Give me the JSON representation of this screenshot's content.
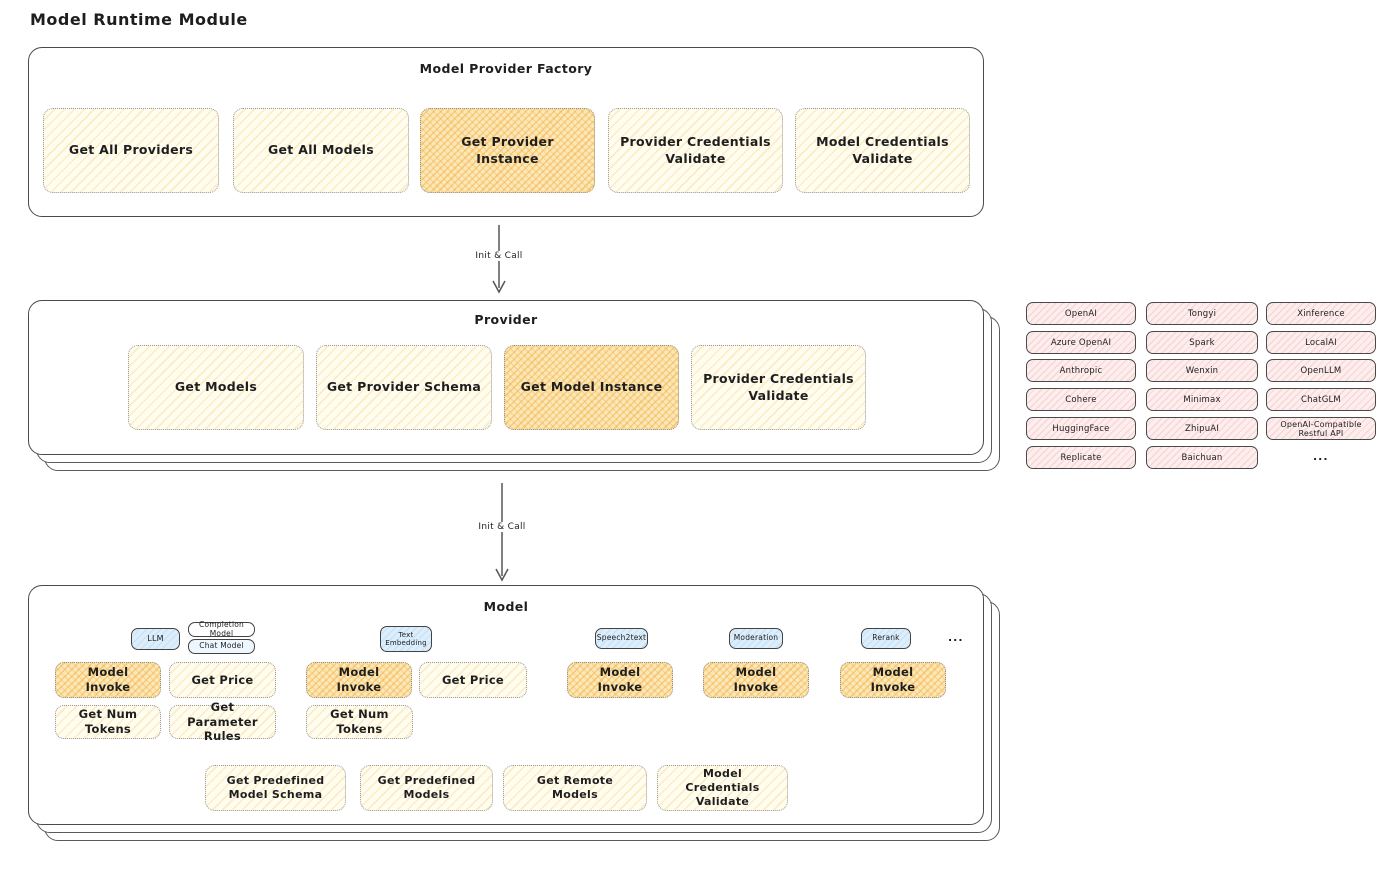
{
  "page_title": "Model Runtime Module",
  "colors": {
    "highlight_orange": "#f5a623",
    "light_yellow": "#fffcf0",
    "provider_pink": "#fdeded",
    "tag_blue": "#dceefb",
    "outline": "#4a4a4a"
  },
  "factory": {
    "title": "Model Provider Factory",
    "items": [
      {
        "label": "Get All Providers"
      },
      {
        "label": "Get All Models"
      },
      {
        "label": "Get Provider Instance"
      },
      {
        "label": "Provider Credentials Validate"
      },
      {
        "label": "Model Credentials Validate"
      }
    ]
  },
  "arrows": {
    "init_call_1": "Init & Call",
    "init_call_2": "Init & Call"
  },
  "provider": {
    "title": "Provider",
    "items": [
      {
        "label": "Get Models"
      },
      {
        "label": "Get Provider Schema"
      },
      {
        "label": "Get Model Instance"
      },
      {
        "label": "Provider Credentials Validate"
      }
    ]
  },
  "providers_list": {
    "items": [
      "OpenAI",
      "Tongyi",
      "Xinference",
      "Azure OpenAI",
      "Spark",
      "LocalAI",
      "Anthropic",
      "Wenxin",
      "OpenLLM",
      "Cohere",
      "Minimax",
      "ChatGLM",
      "HuggingFace",
      "ZhipuAI",
      "OpenAI-Compatible Restful API",
      "Replicate",
      "Baichuan"
    ],
    "more": "..."
  },
  "model": {
    "title": "Model",
    "more": "...",
    "tags": [
      {
        "label": "LLM"
      },
      {
        "label": "Completion Model"
      },
      {
        "label": "Chat Model"
      },
      {
        "label": "Text Embedding"
      },
      {
        "label": "Speech2text"
      },
      {
        "label": "Moderation"
      },
      {
        "label": "Rerank"
      }
    ],
    "llm_ops": {
      "invoke": "Model Invoke",
      "price": "Get Price",
      "num_tokens": "Get Num Tokens",
      "parameter_rules": "Get Parameter Rules"
    },
    "embedding_ops": {
      "invoke": "Model Invoke",
      "price": "Get Price",
      "num_tokens": "Get Num Tokens"
    },
    "speech2text_ops": {
      "invoke": "Model Invoke"
    },
    "moderation_ops": {
      "invoke": "Model Invoke"
    },
    "rerank_ops": {
      "invoke": "Model Invoke"
    },
    "common_ops": [
      {
        "label": "Get Predefined Model Schema"
      },
      {
        "label": "Get Predefined Models"
      },
      {
        "label": "Get Remote Models"
      },
      {
        "label": "Model Credentials Validate"
      }
    ]
  }
}
